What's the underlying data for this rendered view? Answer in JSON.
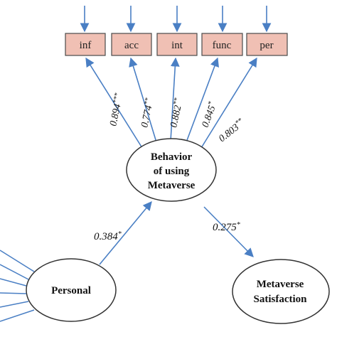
{
  "colors": {
    "indicator_fill": "#f0c0b4",
    "indicator_stroke": "#4a4a4a",
    "arrow": "#4a7fc4",
    "text": "#111111"
  },
  "indicators": [
    {
      "label": "inf"
    },
    {
      "label": "acc"
    },
    {
      "label": "int"
    },
    {
      "label": "func"
    },
    {
      "label": "per"
    }
  ],
  "loadings": [
    {
      "value": "0.894",
      "stars": "***"
    },
    {
      "value": "0.774",
      "stars": "**"
    },
    {
      "value": "0.882",
      "stars": "**"
    },
    {
      "value": "0.845",
      "stars": "*"
    },
    {
      "value": "0.803",
      "stars": "**"
    }
  ],
  "nodes": {
    "behavior": {
      "line1": "Behavior",
      "line2": "of using",
      "line3": "Metaverse"
    },
    "personal": {
      "label": "Personal"
    },
    "satisfaction": {
      "line1": "Metaverse",
      "line2": "Satisfaction"
    }
  },
  "paths": {
    "personal_to_behavior": {
      "value": "0.384",
      "stars": "*"
    },
    "behavior_to_satisfaction": {
      "value": "0.275",
      "stars": "*"
    }
  }
}
